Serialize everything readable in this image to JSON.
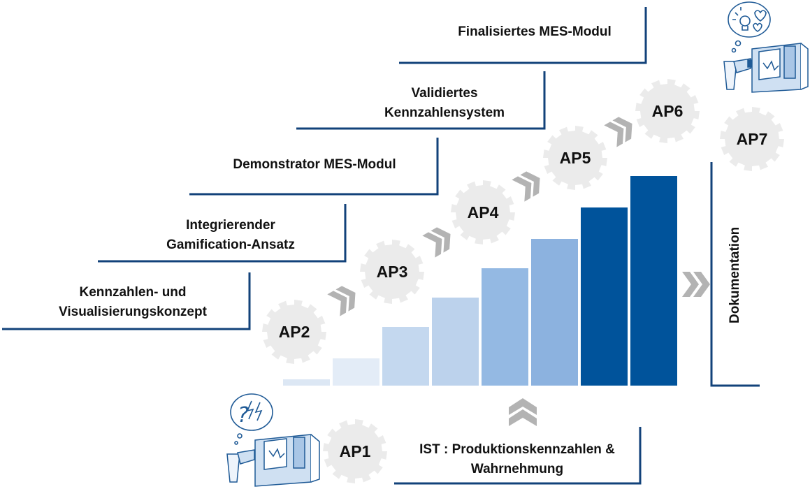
{
  "deliverables": [
    {
      "id": "d1",
      "lines": [
        "Kennzahlen- und",
        "Visualisierungskonzept"
      ]
    },
    {
      "id": "d2",
      "lines": [
        "Integrierender",
        "Gamification-Ansatz"
      ]
    },
    {
      "id": "d3",
      "lines": [
        "Demonstrator MES-Modul"
      ]
    },
    {
      "id": "d4",
      "lines": [
        "Validiertes",
        "Kennzahlensystem"
      ]
    },
    {
      "id": "d5",
      "lines": [
        "Finalisiertes MES-Modul"
      ]
    }
  ],
  "work_packages": [
    "AP1",
    "AP2",
    "AP3",
    "AP4",
    "AP5",
    "AP6",
    "AP7"
  ],
  "ist": {
    "lines": [
      "IST : Produktionskennzahlen &",
      "Wahrnehmung"
    ]
  },
  "documentation": "Dokumentation",
  "bars": {
    "heights_relative": [
      0.03,
      0.13,
      0.28,
      0.42,
      0.56,
      0.7,
      0.85,
      1.0
    ],
    "colors": [
      "#dce7f4",
      "#e3ecf7",
      "#c4d8ef",
      "#bcd2ec",
      "#94b9e3",
      "#8cb2df",
      "#00539b",
      "#00539b"
    ]
  },
  "colors": {
    "line": "#12427a",
    "gear": "#ebebeb",
    "chevron": "#b3b3b3",
    "sketch": "#1f5a96"
  },
  "icons": [
    "question-thought-icon",
    "lightbulb-thought-icon",
    "machine-operator-icon"
  ]
}
